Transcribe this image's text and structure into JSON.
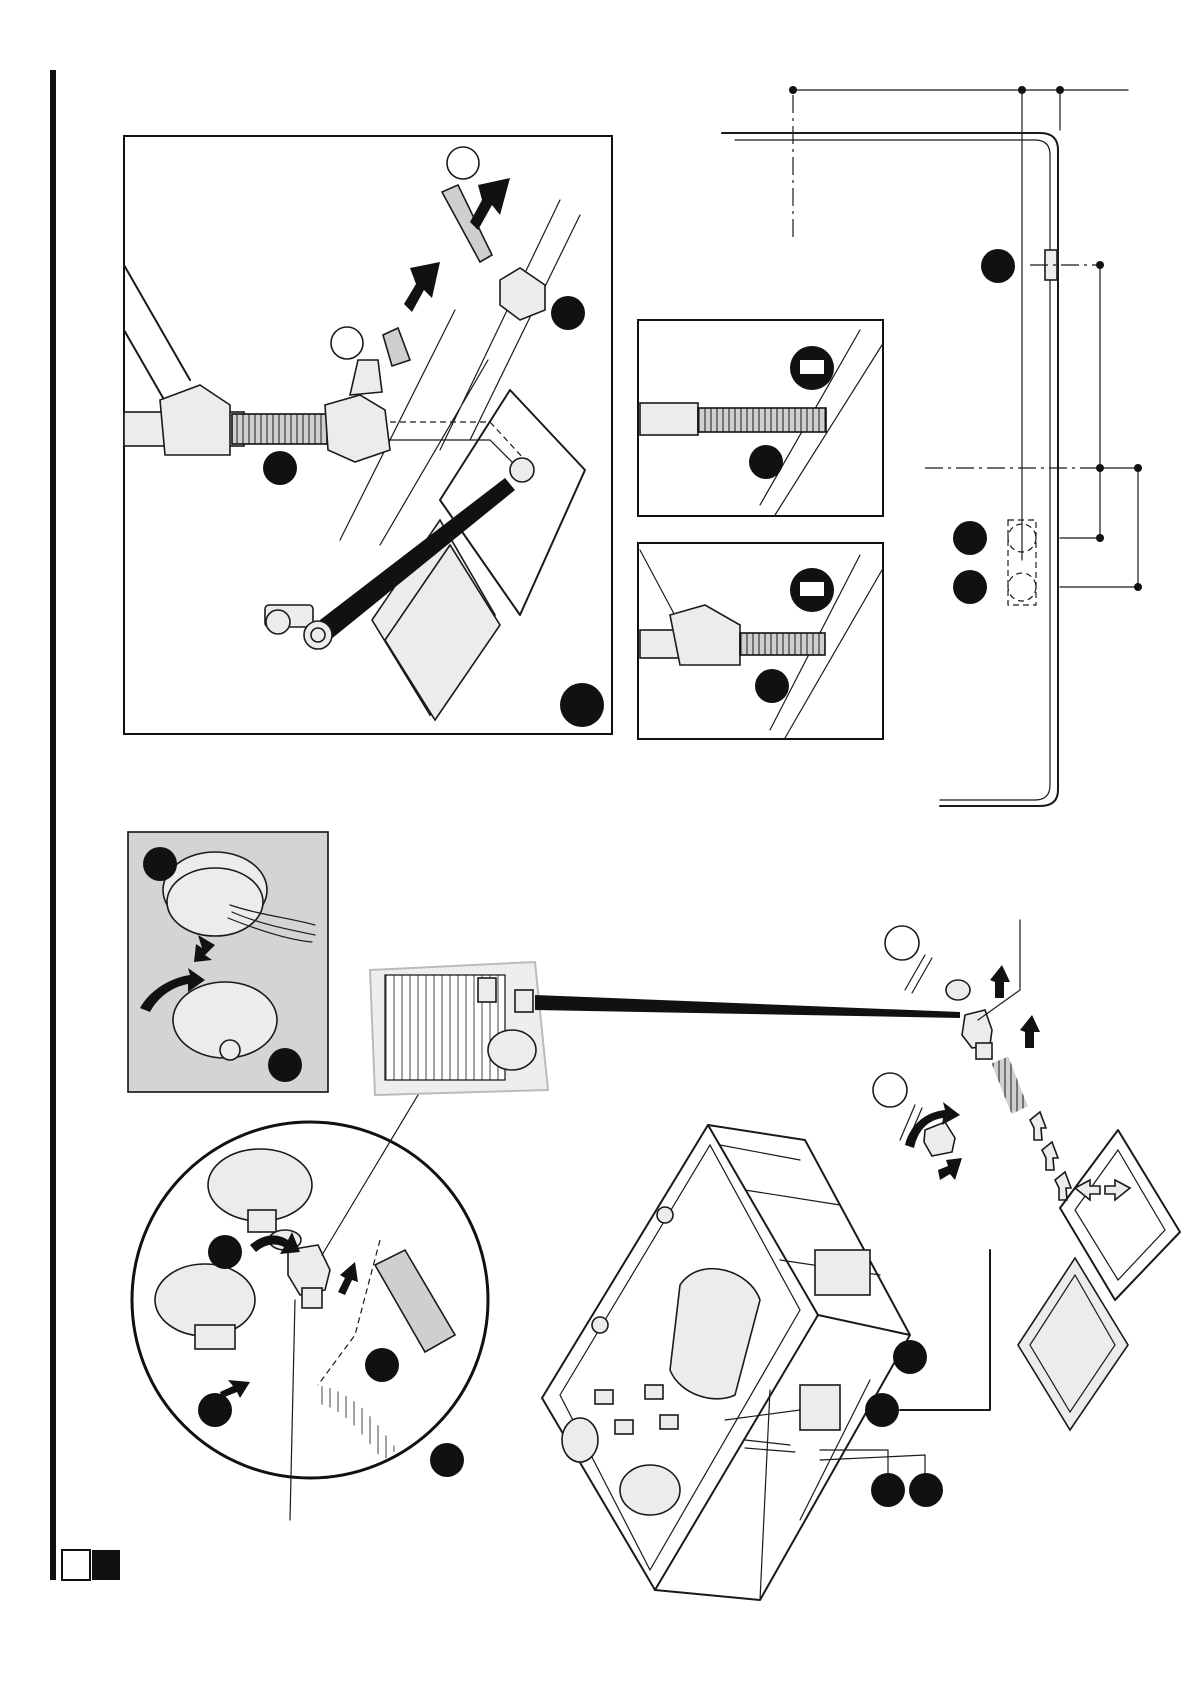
{
  "page": {
    "background": "#ffffff",
    "ink": "#1a1a1a",
    "shaded_panel_color": "#d4d4d4",
    "page_marker": [
      "empty-square",
      "filled-square"
    ]
  },
  "callouts": {
    "filled": [
      "callout-a",
      "callout-b",
      "callout-c",
      "callout-d",
      "callout-e",
      "callout-f",
      "callout-g",
      "callout-h",
      "callout-i",
      "callout-j",
      "callout-k",
      "callout-l",
      "callout-m",
      "callout-n",
      "callout-o",
      "callout-p",
      "callout-q"
    ],
    "open": [
      "callout-open-1",
      "callout-open-2",
      "callout-open-3",
      "callout-open-4"
    ]
  },
  "icons": {
    "flow_arrow": "arrow-icon",
    "rotate_arrow": "rotate-icon"
  }
}
